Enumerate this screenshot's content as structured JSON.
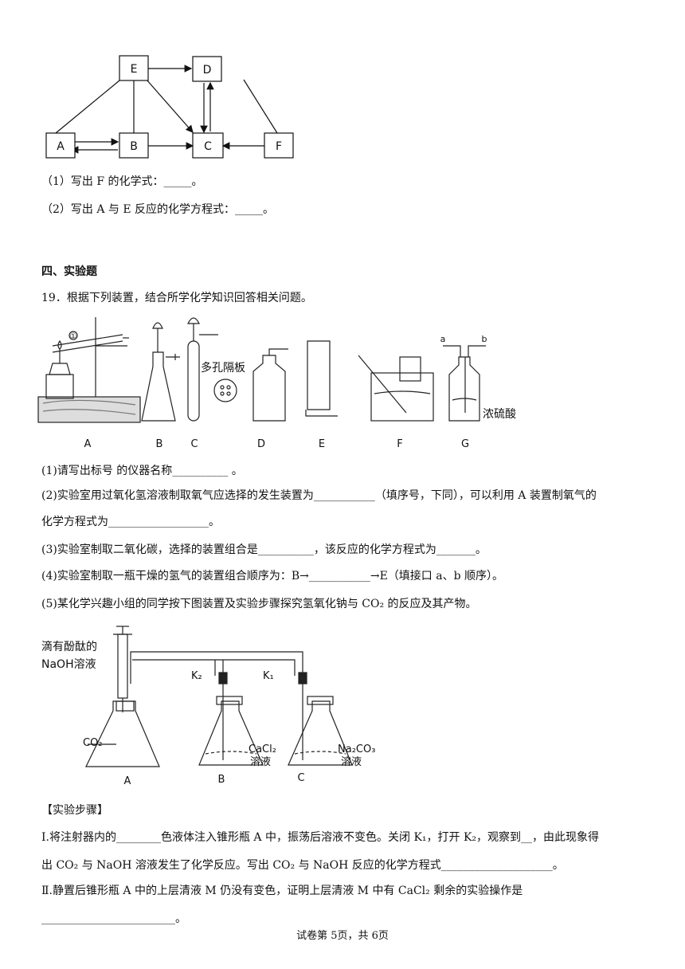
{
  "diagram": {
    "nodes": [
      "E",
      "D",
      "A",
      "B",
      "C",
      "F"
    ]
  },
  "q18": {
    "p1": "（1）写出 F 的化学式：_____。",
    "p2": "（2）写出 A 与 E 反应的化学方程式：_____。"
  },
  "section4": "四、实验题",
  "q19": {
    "stem": "19．根据下列装置，结合所学化学知识回答相关问题。",
    "apparatus_labels": [
      "A",
      "B",
      "C",
      "D",
      "E",
      "F",
      "G"
    ],
    "label_porous": "多孔隔板",
    "label_acid": "浓硫酸",
    "label_circle1": "①",
    "label_a": "a",
    "label_b": "b",
    "s1": "(1)请写出标号   的仪器名称__________ 。",
    "s2a": "(2)实验室用过氧化氢溶液制取氧气应选择的发生装置为___________（填序号，下同），可以利用 A 装置制氧气的",
    "s2b": "化学方程式为__________________。",
    "s3": "(3)实验室制取二氧化碳，选择的装置组合是__________，该反应的化学方程式为_______。",
    "s4": "(4)实验室制取一瓶干燥的氢气的装置组合顺序为：B→___________→E（填接口 a、b 顺序）。",
    "s5": "(5)某化学兴趣小组的同学按下图装置及实验步骤探究氢氧化钠与 CO₂ 的反应及其产物。"
  },
  "fig2": {
    "syringe_label1": "滴有酚酞的",
    "syringe_label2": "NaOH溶液",
    "k2": "K₂",
    "k1": "K₁",
    "co2": "CO₂",
    "cacl2_1": "CaCl₂",
    "cacl2_2": "溶液",
    "na2co3_1": "Na₂CO₃",
    "na2co3_2": "溶液",
    "labels": [
      "A",
      "B",
      "C"
    ]
  },
  "steps": {
    "title": "【实验步骤】",
    "i1": "Ⅰ.将注射器内的________色液体注入锥形瓶 A 中，振荡后溶液不变色。关闭 K₁，打开 K₂，观察到__，由此现象得",
    "i2": "出 CO₂ 与 NaOH 溶液发生了化学反应。写出 CO₂ 与 NaOH 反应的化学方程式____________________。",
    "ii1": "Ⅱ.静置后锥形瓶 A 中的上层清液 M 仍没有变色，证明上层清液 M 中有 CaCl₂ 剩余的实验操作是",
    "ii2": "________________________。"
  },
  "footer": "试卷第 5页，共 6页"
}
